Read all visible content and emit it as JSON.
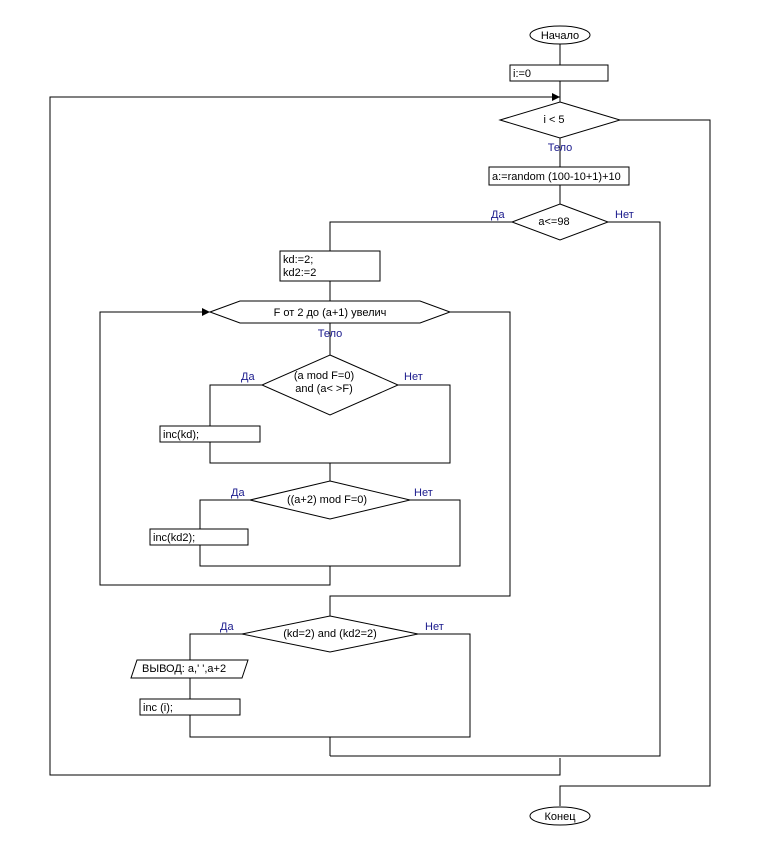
{
  "flowchart": {
    "start": "Начало",
    "end": "Конец",
    "init_i": "i:=0",
    "loop_condition": "i < 5",
    "loop_body_label": "Тело",
    "assign_a": "a:=random (100-10+1)+10",
    "cond_a": "a<=98",
    "yes_label": "Да",
    "no_label": "Нет",
    "init_kd_line1": "kd:=2;",
    "init_kd_line2": "kd2:=2",
    "for_loop": "F  от  2  до  (a+1) увелич",
    "for_body_label": "Тело",
    "cond_mod_line1": "(a mod F=0)",
    "cond_mod_line2": "and (a< >F)",
    "inc_kd": "inc(kd);",
    "cond_mod2": "((a+2) mod F=0)",
    "inc_kd2": "inc(kd2);",
    "cond_both": "(kd=2) and (kd2=2)",
    "output": "ВЫВОД:  a,' ',a+2",
    "inc_i": "inc (i);"
  }
}
